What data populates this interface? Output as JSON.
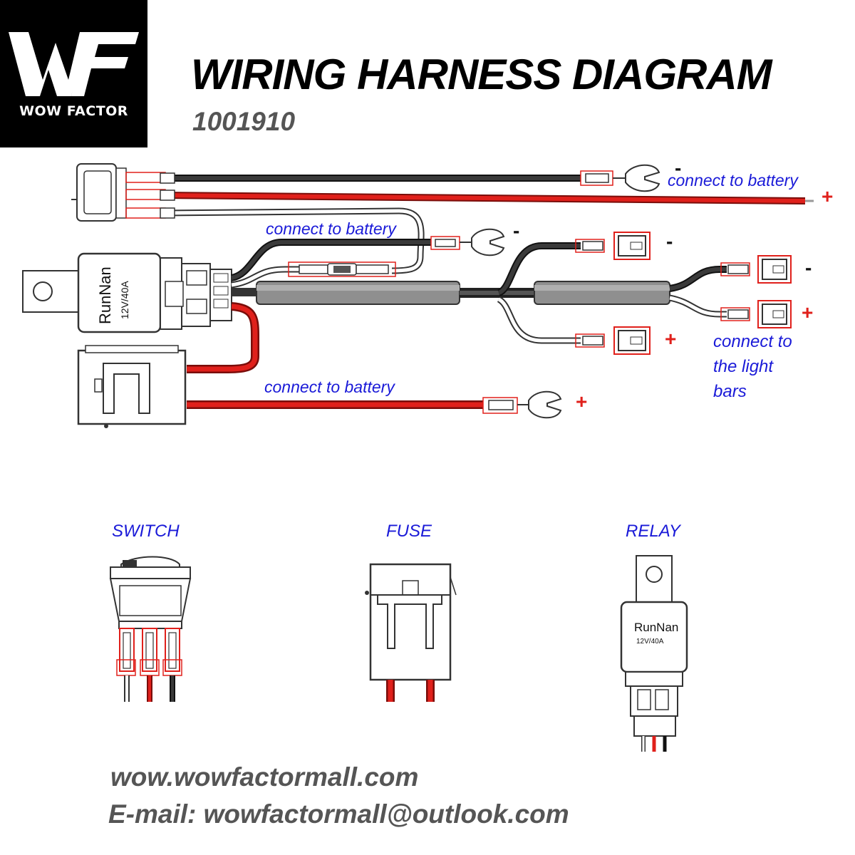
{
  "header": {
    "logo_text": "WOW FACTOR",
    "title": "WIRING HARNESS DIAGRAM",
    "model": "1001910"
  },
  "notes": {
    "battery_top": "connect to battery",
    "battery_mid": "connect to battery",
    "battery_bottom": "connect to battery",
    "light_bars_1": "connect to",
    "light_bars_2": "the light",
    "light_bars_3": "bars"
  },
  "signs": {
    "top_neg": "-",
    "top_pos": "+",
    "mid_neg": "-",
    "out1_neg": "-",
    "out2_neg": "-",
    "out2_pos": "+",
    "out1_pos": "+",
    "bottom_pos": "+"
  },
  "relay": {
    "brand": "RunNan",
    "rating": "12V/40A"
  },
  "components": {
    "switch": "SWITCH",
    "fuse": "FUSE",
    "relay": "RELAY"
  },
  "footer": {
    "website": "wow.wowfactormall.com",
    "email": "E-mail: wowfactormall@outlook.com"
  },
  "colors": {
    "wire_red": "#e0201b",
    "wire_black": "#2b2b2b",
    "note_blue": "#1a1ad8",
    "sleeve_gray": "#8f8f8f"
  }
}
